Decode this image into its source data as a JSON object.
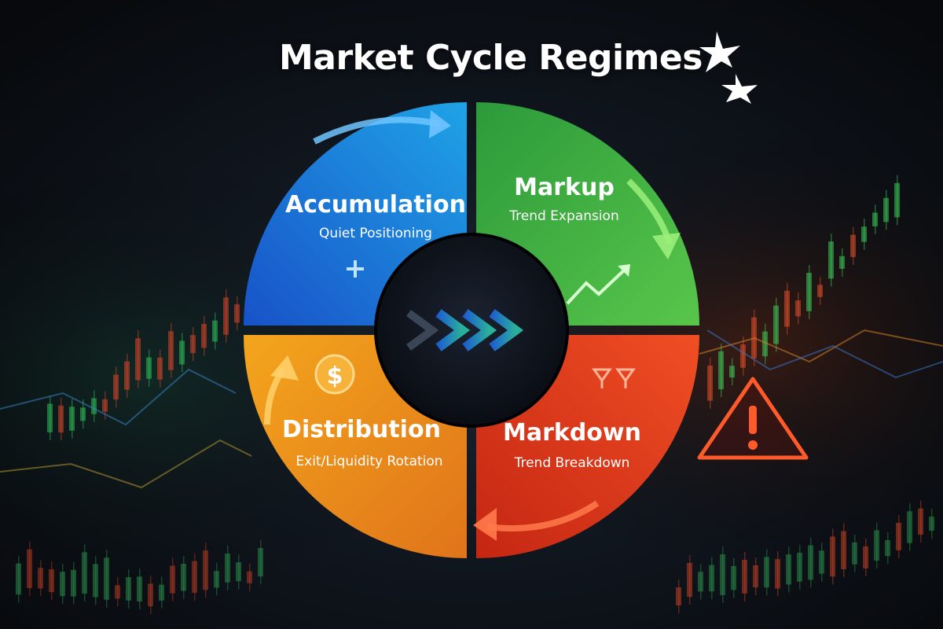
{
  "title": "Market Cycle Regimes",
  "logo": "star-c-logo-icon",
  "colors": {
    "accumulation": "#1f7ae0",
    "markup": "#3aa63a",
    "markdown": "#e2391c",
    "distribution": "#f09a1a",
    "hub": "#0d1117",
    "background": "#0b0f14"
  },
  "segments": {
    "accumulation": {
      "name": "Accumulation",
      "subtitle": "Quiet Positioning",
      "icon": "plus-icon"
    },
    "markup": {
      "name": "Markup",
      "subtitle": "Trend Expansion",
      "icon": "trend-up-arrow-icon"
    },
    "markdown": {
      "name": "Markdown",
      "subtitle": "Trend Breakdown",
      "icon": "down-arrows-icon"
    },
    "distribution": {
      "name": "Distribution",
      "subtitle": "Exit/Liquidity Rotation",
      "icon": "dollar-coin-icon"
    }
  },
  "hub_icon": "chevrons-right-icon",
  "warning_icon": "warning-triangle-icon",
  "coin_symbol": "$"
}
